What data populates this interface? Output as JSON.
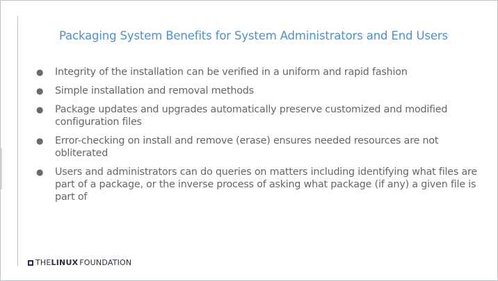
{
  "slide": {
    "title": "Packaging System Benefits for System Administrators and End Users",
    "bullets": [
      "Integrity of the installation can be verified in a uniform and rapid fashion",
      "Simple installation and removal methods",
      "Package updates and upgrades automatically preserve customized and modified configuration files",
      "Error-checking on install and remove (erase) ensures needed resources are not obliterated",
      "Users and administrators can do queries on matters including identifying what files are part of a package, or the inverse process of asking what package (if any) a given file is part of"
    ],
    "logo": {
      "the": "THE",
      "linux": "LINUX",
      "foundation": "FOUNDATION"
    }
  },
  "colors": {
    "title": "#4f8fd1",
    "body_text": "#666666",
    "accent_rule": "#9ec8e8",
    "logo": "#2b3040"
  },
  "icons": {
    "bullet": "●",
    "logo_mark": "square-logo-icon"
  }
}
